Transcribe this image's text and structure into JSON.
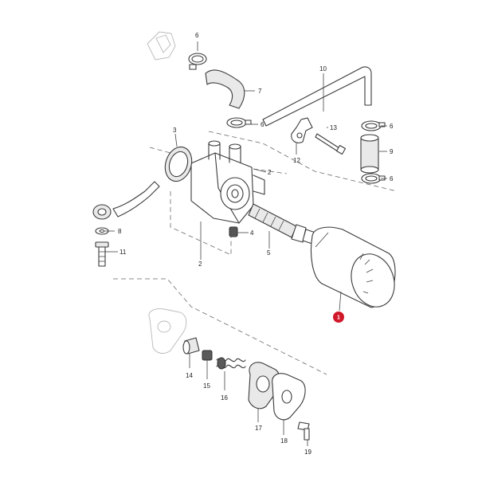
{
  "callouts": [
    "1",
    "2",
    "2",
    "3",
    "4",
    "5",
    "6",
    "6",
    "6",
    "6",
    "7",
    "8",
    "9",
    "10",
    "11",
    "12",
    "13",
    "14",
    "15",
    "16",
    "17",
    "18",
    "19"
  ],
  "colors": {
    "line": "#3a3a3a",
    "highlight": "#d0182a"
  }
}
